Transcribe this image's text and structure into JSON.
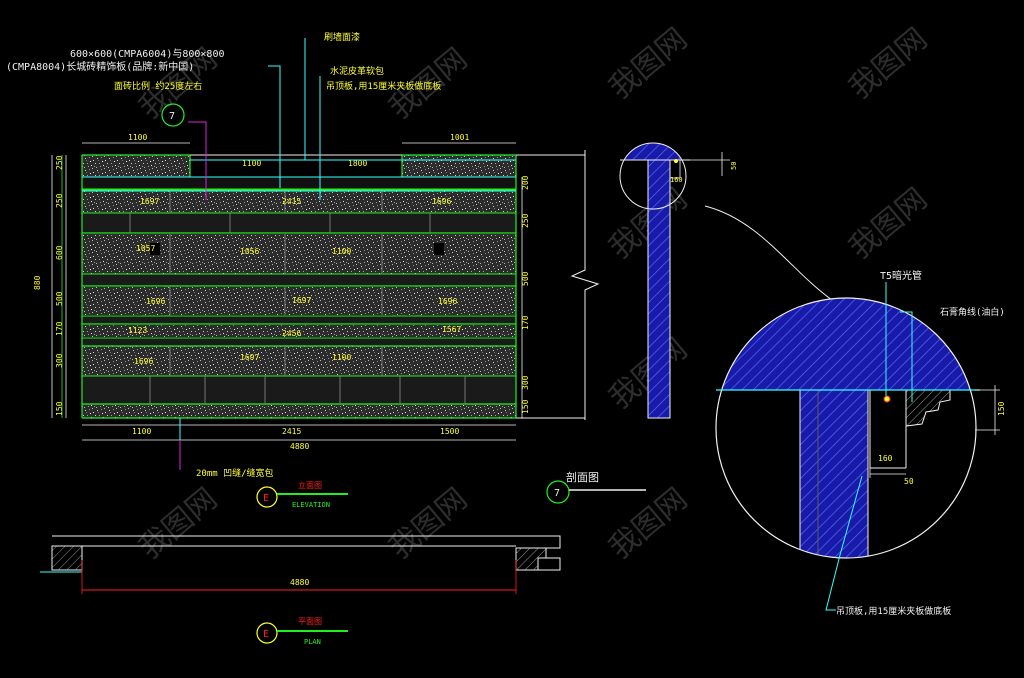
{
  "labels": {
    "tile_spec_line1": "600×600(CMPA6004)与800×800",
    "tile_spec_line2": "(CMPA8004)长城砖精饰板(品牌:新中国)",
    "stone_note": "面砖比例 约25度左右",
    "wall_note": "刷墙面漆",
    "leather_note": "水泥皮革软包",
    "ceiling_note": "吊顶板,用15厘米夹板做底板",
    "gap_note": "20mm 凹缝/缝宽包",
    "section_title": "剖面图",
    "elevation_cn": "立面图",
    "elevation_en": "ELEVATION",
    "plan_cn": "平面图",
    "plan_en": "PLAN",
    "t5_note": "T5暗光管",
    "plaster_note": "石膏角线(油白)",
    "detail_ceiling_note": "吊顶板,用15厘米夹板做底板",
    "ref_e": "E",
    "ref_7": "7"
  },
  "dims": {
    "top_left": "1100",
    "top_right": "1001",
    "left_total": "880",
    "bottom_1": "1100",
    "bottom_2": "2415",
    "bottom_3": "1500",
    "bottom_total": "4880",
    "plan_total": "4880",
    "detail_160": "160",
    "detail_50": "50",
    "detail_150": "150",
    "small_160": "160",
    "small_50": "50",
    "row_a": "250",
    "row_b": "250",
    "row_c": "600",
    "row_d": "500",
    "row_e": "170",
    "row_f": "200",
    "row_g": "300",
    "row_h": "150"
  },
  "tile_texts": {
    "r1a": "1100",
    "r1b": "1800",
    "r2a": "1697",
    "r2b": "2415",
    "r2c": "1696",
    "r3a": "1057",
    "r3b": "1056",
    "r3c": "1100",
    "r4a": "1696",
    "r4b": "1697",
    "r4c": "1696",
    "r5a": "1123",
    "r5b": "2456",
    "r5c": "1567",
    "r6a": "1696",
    "r6b": "1697",
    "r6c": "1100"
  },
  "watermark": "我图网",
  "colors": {
    "green": "#22ee22",
    "yellow": "#ffff33",
    "cyan": "#33ffff",
    "white": "#f0f0f0",
    "blue": "#1a1aa8",
    "magenta": "#dd22dd",
    "red": "#ff2020",
    "gray": "#5a5a5a"
  }
}
